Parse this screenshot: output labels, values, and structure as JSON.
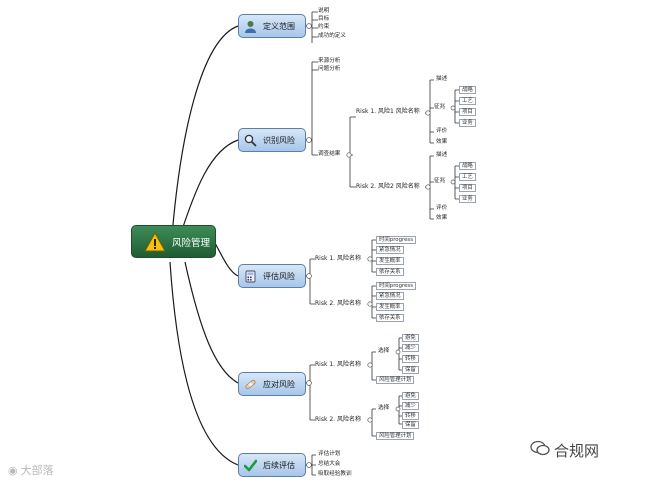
{
  "root": {
    "label": "风险管理"
  },
  "branches": [
    {
      "label": "定义范围",
      "icon": "person-icon",
      "children": [
        "说明",
        "目标",
        "约束",
        "成功的定义"
      ]
    },
    {
      "label": "识别风险",
      "icon": "magnifier-icon",
      "extra": [
        "来源分析",
        "问题分析"
      ],
      "survey": "调查结果",
      "risks": [
        {
          "label": "Risk 1. 风险1 风险名称",
          "describe": "描述",
          "manifest": "征兆",
          "manifest_items": [
            "战略",
            "工艺",
            "项目",
            "业务"
          ],
          "evaluate": "评价",
          "benefit": "效果"
        },
        {
          "label": "Risk 2. 风险2 风险名称",
          "describe": "描述",
          "manifest": "征兆",
          "manifest_items": [
            "战略",
            "工艺",
            "项目",
            "业务"
          ],
          "evaluate": "评价",
          "benefit": "效果"
        }
      ]
    },
    {
      "label": "评估风险",
      "icon": "calculator-icon",
      "risks": [
        {
          "label": "Risk 1. 风险名称",
          "items": [
            "时间progress",
            "紧急情况",
            "发生概率",
            "依存关系"
          ]
        },
        {
          "label": "Risk 2. 风险名称",
          "items": [
            "时间progress",
            "紧急情况",
            "发生概率",
            "依存关系"
          ]
        }
      ]
    },
    {
      "label": "应对风险",
      "icon": "bandage-icon",
      "risks": [
        {
          "label": "Risk 1. 风险名称",
          "choice": "选择",
          "options": [
            "避免",
            "减少",
            "转移",
            "保留"
          ],
          "plan": "风险管理计划"
        },
        {
          "label": "Risk 2. 风险名称",
          "choice": "选择",
          "options": [
            "避免",
            "减少",
            "转移",
            "保留"
          ],
          "plan": "风险管理计划"
        }
      ]
    },
    {
      "label": "后续评估",
      "icon": "checkmark-icon",
      "children": [
        "评估计划",
        "总结大会",
        "吸取经验教训"
      ]
    }
  ],
  "watermarks": {
    "left": "大部落",
    "right": "合规网"
  },
  "colors": {
    "root": "#2e7342",
    "branch": "#b9d3f1",
    "line": "#1a1a1a"
  }
}
